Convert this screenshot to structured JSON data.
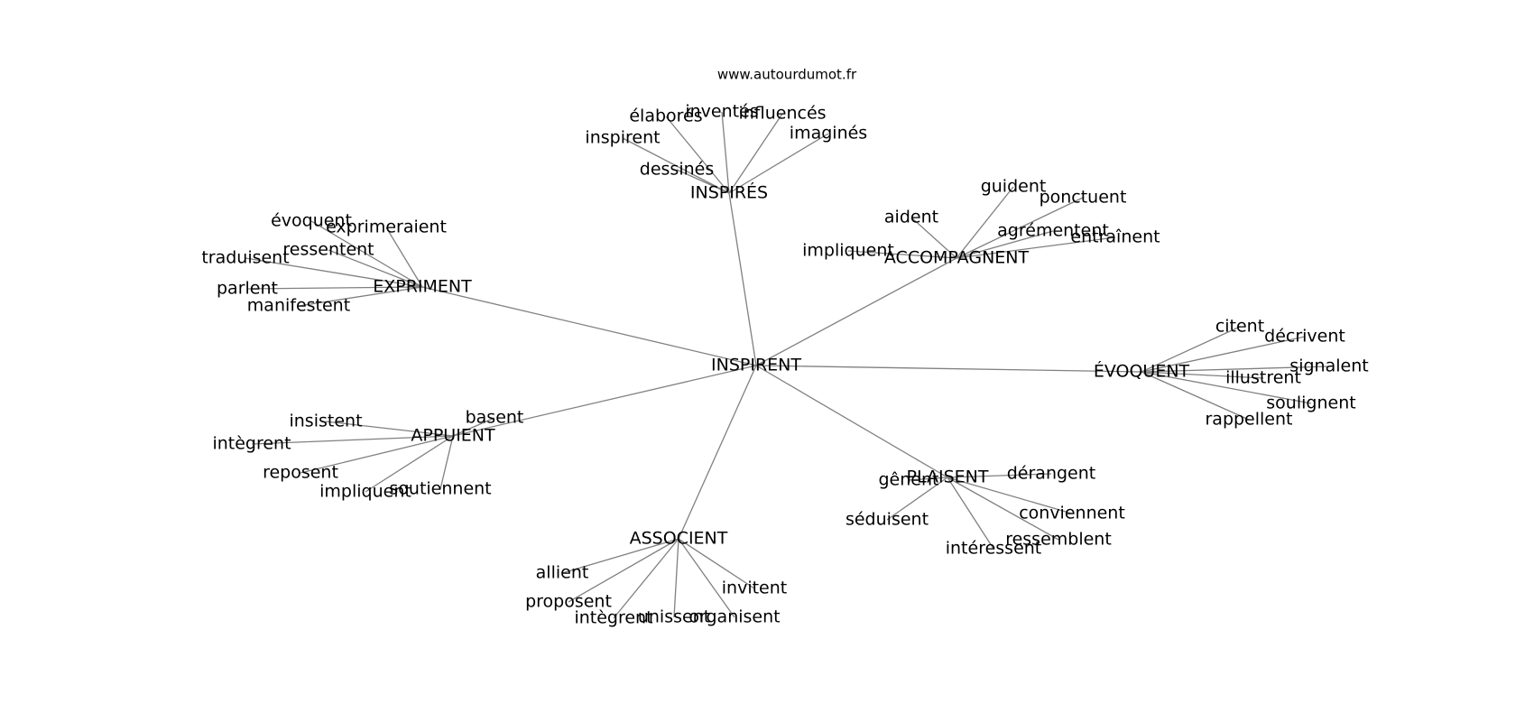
{
  "source": "www.autourdumot.fr",
  "graph": {
    "center": "INSPIRENT",
    "groups": [
      {
        "label": "INSPIRÉS",
        "leaves": [
          "élaborés",
          "inventés",
          "influencés",
          "imaginés",
          "inspirent",
          "dessinés"
        ]
      },
      {
        "label": "ACCOMPAGNENT",
        "leaves": [
          "guident",
          "ponctuent",
          "aident",
          "agrémentent",
          "entraînent",
          "impliquent"
        ]
      },
      {
        "label": "EXPRIMENT",
        "leaves": [
          "évoquent",
          "exprimeraient",
          "ressentent",
          "traduisent",
          "parlent",
          "manifestent"
        ]
      },
      {
        "label": "ÉVOQUENT",
        "leaves": [
          "citent",
          "décrivent",
          "signalent",
          "illustrent",
          "soulignent",
          "rappellent"
        ]
      },
      {
        "label": "APPUIENT",
        "leaves": [
          "basent",
          "insistent",
          "intègrent",
          "reposent",
          "impliquent",
          "soutiennent"
        ]
      },
      {
        "label": "PLAISENT",
        "leaves": [
          "gênent",
          "dérangent",
          "séduisent",
          "conviennent",
          "ressemblent",
          "intéressent"
        ]
      },
      {
        "label": "ASSOCIENT",
        "leaves": [
          "allient",
          "proposent",
          "intègrent",
          "unissent",
          "organisent",
          "invitent"
        ]
      }
    ]
  }
}
